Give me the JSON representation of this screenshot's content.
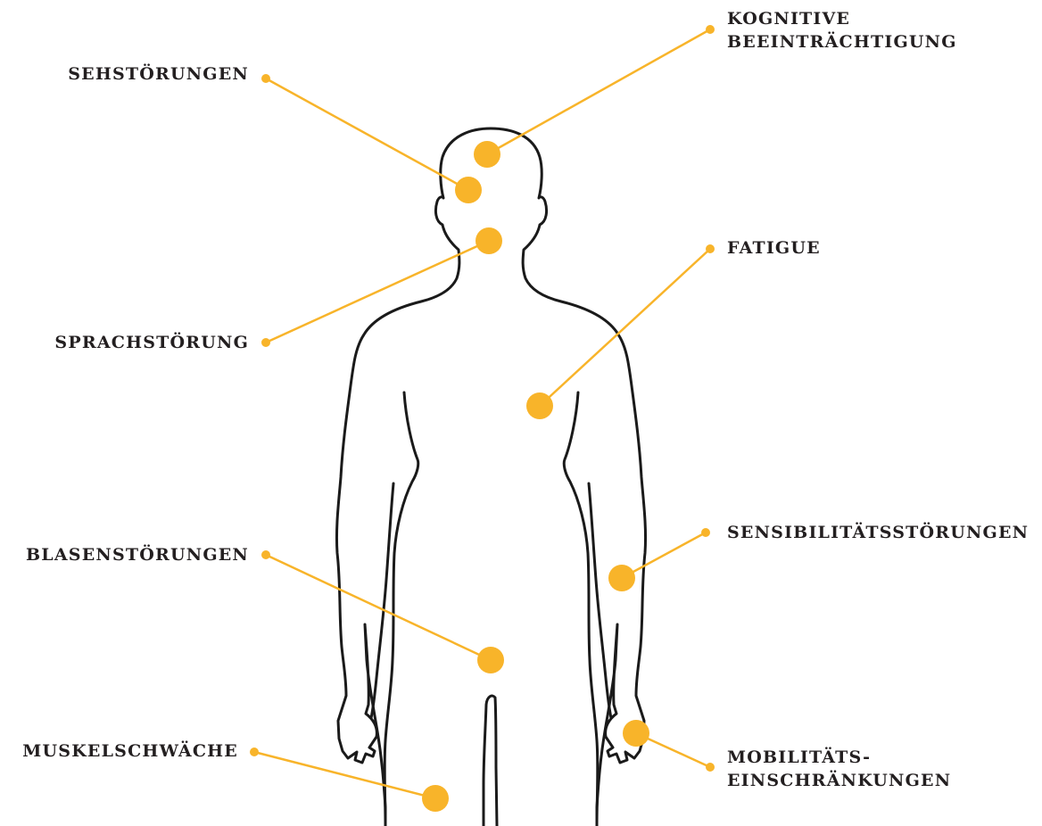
{
  "accent_color": "#f8b42a",
  "outline_color": "#1a1a1a",
  "symptoms": {
    "sehstoerungen": {
      "label": "SEHSTÖRUNGEN"
    },
    "kognitive": {
      "line1": "KOGNITIVE",
      "line2": "BEEINTRÄCHTIGUNG"
    },
    "sprachstoerung": {
      "label": "SPRACHSTÖRUNG"
    },
    "fatigue": {
      "label": "FATIGUE"
    },
    "sensibilitaet": {
      "label": "SENSIBILITÄTSSTÖRUNGEN"
    },
    "blasenstoerungen": {
      "label": "BLASENSTÖRUNGEN"
    },
    "muskelschwaeche": {
      "label": "MUSKELSCHWÄCHE"
    },
    "mobilitaet": {
      "line1": "MOBILITÄTS-",
      "line2": "EINSCHRÄNKUNGEN"
    }
  }
}
